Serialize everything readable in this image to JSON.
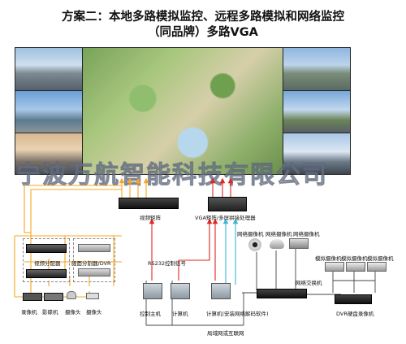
{
  "title": {
    "line1": "方案二：本地多路模拟监控、远程多路模拟和网络监控",
    "line2": "（同品牌）多路VGA"
  },
  "watermark": "宁波万航智能科技有限公司",
  "devices": {
    "video_matrix": "视频矩阵",
    "vga_processor": "VGA矩阵/多屏拼接处理器",
    "video_splitter": "视频分配器",
    "screen_splitter_dvr": "画面分割器/DVR",
    "recorder": "录像机",
    "dvd_player": "影碟机",
    "camera_1": "摄像头",
    "camera_2": "摄像头",
    "rs232": "RS232控制信号",
    "control_host": "控制主机",
    "computer": "计算机",
    "computer_decoder": "计算机(安装网络解码软件)",
    "network_cameras": [
      "网络摄像机",
      "网络摄像机",
      "网络摄像机"
    ],
    "analog_cameras": [
      "模拟摄像机",
      "模拟摄像机",
      "模拟摄像机"
    ],
    "network_switch": "网络交换机",
    "dvr_recorder": "DVR硬盘录像机",
    "lan_internet": "局域网或互联网"
  },
  "colors": {
    "orange_line": "#f5a623",
    "red_line": "#e0261e",
    "cyan_line": "#39b8d6",
    "dark_line": "#333333",
    "green_line": "#3a7a3a"
  }
}
